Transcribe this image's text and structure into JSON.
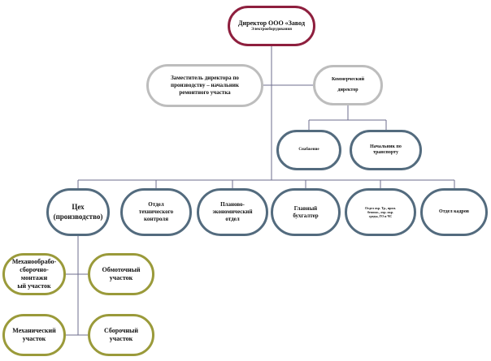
{
  "nodes": {
    "director": {
      "line1": "Директор ООО «Завод",
      "line2": "Электрооборудования"
    },
    "deputy": {
      "line1": "Заместитель директора по",
      "line2": "производству – начальник",
      "line3": "ремонтного участка"
    },
    "commercial": {
      "line1": "Коммерческий",
      "line2": "директор"
    },
    "supply": {
      "line1": "Снабжение"
    },
    "transport": {
      "line1": "Начальник по",
      "line2": "транспорту"
    },
    "shop": {
      "line1": "Цех",
      "line2": "(производство)"
    },
    "otk": {
      "line1": "Отдел",
      "line2": "технического",
      "line3": "контроля"
    },
    "pfo": {
      "line1": "Планово-",
      "line2": "экономический",
      "line3": "отдел"
    },
    "chief_accountant": {
      "line1": "Главный",
      "line2": "бухгалтер"
    },
    "safety": {
      "line1": "Отдел охр. Тр., пром.",
      "line2": "безопас., охр. окр.",
      "line3": "среды, ГО и ЧС"
    },
    "hr": {
      "line1": "Отдел кадров"
    },
    "mech_assembly": {
      "line1": "Механообрабо-",
      "line2": "сборочно-монтажн",
      "line3": "ый участок"
    },
    "finishing": {
      "line1": "Обмоточный",
      "line2": "участок"
    },
    "mechanical": {
      "line1": "Механический",
      "line2": "участок"
    },
    "assembly": {
      "line1": "Сборочный",
      "line2": "участок"
    }
  },
  "colors": {
    "director_border": "#8e1f3e",
    "deputy_border": "#bdbdbd",
    "department_border": "#536b7e",
    "shop_section_border": "#9a9a3a",
    "connector": "#6e6e8e"
  }
}
